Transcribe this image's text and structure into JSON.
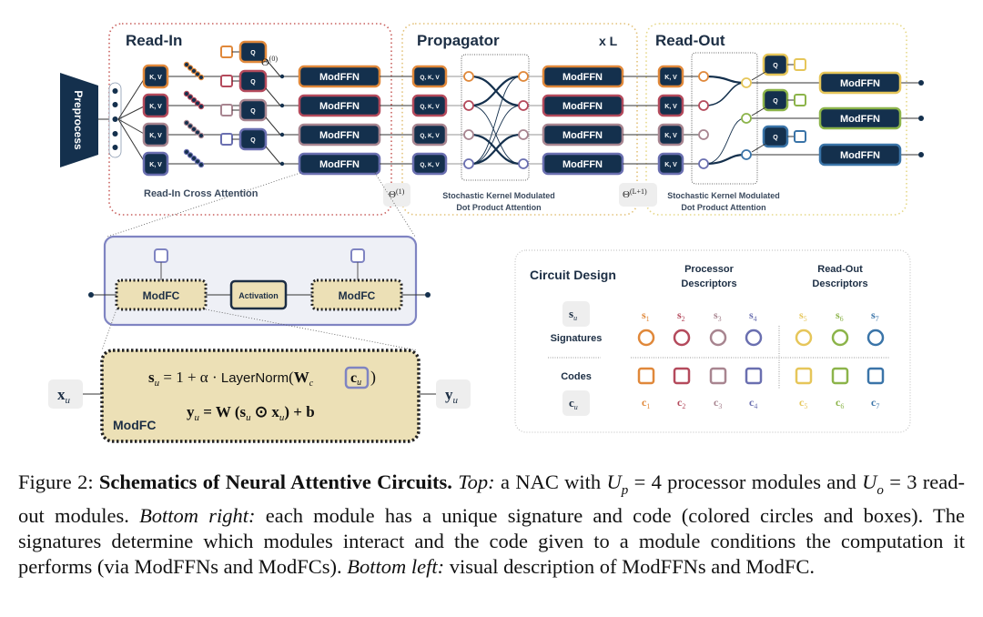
{
  "figure": {
    "readin": {
      "title": "Read-In",
      "preprocess_label": "Preprocess",
      "kv_label": "K, V",
      "q_label": "Q",
      "theta": "Θ",
      "theta_sup": "(0)",
      "modffn_label": "ModFFN",
      "subtitle": "Read-In Cross Attention"
    },
    "propagator": {
      "title": "Propagator",
      "repeat_label": "x L",
      "qkv_label": "Q, K, V",
      "modffn_label": "ModFFN",
      "theta_sup": "(1)",
      "subtitle_line1": "Stochastic Kernel Modulated",
      "subtitle_line2": "Dot Product Attention"
    },
    "readout": {
      "title": "Read-Out",
      "kv_label": "K, V",
      "q_label": "Q",
      "modffn_label": "ModFFN",
      "theta_sup": "(L+1)",
      "subtitle_line1": "Stochastic Kernel Modulated",
      "subtitle_line2": "Dot Product Attention"
    },
    "modffn_detail": {
      "modfc_label": "ModFC",
      "activation_label": "Activation"
    },
    "modfc_detail": {
      "input": "x",
      "input_sub": "u",
      "output": "y",
      "output_sub": "u",
      "eq1_lhs": "s",
      "eq1_mid": " = 1 + α · ",
      "eq1_fn": "LayerNorm",
      "eq1_w": "W",
      "eq1_wsub": "c",
      "eq1_c": "c",
      "eq2_lhs": "y",
      "eq2_rhs_w": " = W ",
      "eq2_rest": "(s",
      "eq2_odot": " ⊙ x",
      "eq2_end": ") + b",
      "sub_u": "u",
      "label": "ModFC"
    },
    "circuit_design": {
      "title": "Circuit Design",
      "processor_header_1": "Processor",
      "processor_header_2": "Descriptors",
      "readout_header_1": "Read-Out",
      "readout_header_2": "Descriptors",
      "sig_symbol": "s",
      "sig_sub": "u",
      "sig_label": "Signatures",
      "code_label": "Codes",
      "code_symbol": "c",
      "code_sub": "u",
      "modules": [
        {
          "s": "s",
          "c": "c",
          "idx": "1",
          "color": "#e0883a"
        },
        {
          "s": "s",
          "c": "c",
          "idx": "2",
          "color": "#b44a5c"
        },
        {
          "s": "s",
          "c": "c",
          "idx": "3",
          "color": "#a88590"
        },
        {
          "s": "s",
          "c": "c",
          "idx": "4",
          "color": "#6a6fb0"
        },
        {
          "s": "s",
          "c": "c",
          "idx": "5",
          "color": "#e6c65a"
        },
        {
          "s": "s",
          "c": "c",
          "idx": "6",
          "color": "#8cb44a"
        },
        {
          "s": "s",
          "c": "c",
          "idx": "7",
          "color": "#3a74a8"
        }
      ]
    },
    "colors": {
      "dark_navy": "#14304d",
      "readin_border": "#c9605e",
      "propagator_border": "#e3c27a",
      "readout_border": "#e6d889",
      "modfc_fill": "#ece0b6",
      "modffn_panel": "#eef0f6",
      "modffn_panel_border": "#7f84c2"
    }
  },
  "caption": {
    "fig_label": "Figure 2: ",
    "bold_title": "Schematics of Neural Attentive Circuits.",
    "top_label": "Top:",
    "t1": " a NAC with ",
    "up_var": "U",
    "up_sub": "p",
    "t2": " = 4 processor modules and ",
    "uo_var": "U",
    "uo_sub": "o",
    "t3": " = 3 read-out modules. ",
    "br_label": "Bottom right:",
    "t4": " each module has a unique signature and code (colored circles and boxes). The signatures determine which modules interact and the code given to a module conditions the computation it performs (via ModFFNs and ModFCs). ",
    "bl_label": "Bottom left:",
    "t5": " visual description of ModFFNs and ModFC."
  }
}
